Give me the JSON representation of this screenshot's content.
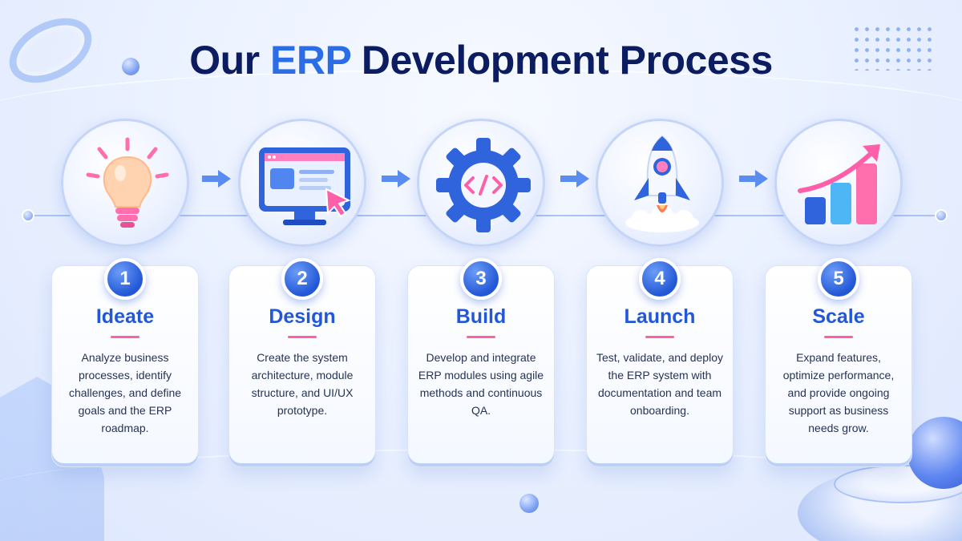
{
  "title": {
    "prefix": "Our ",
    "accent": "ERP",
    "suffix": " Development Process"
  },
  "colors": {
    "title": "#0c1c60",
    "accent": "#2a6de6",
    "step_title": "#2258d8",
    "underline": "#ff5fa8",
    "number_badge": "#2257d6"
  },
  "steps": [
    {
      "number": "1",
      "title": "Ideate",
      "icon": "lightbulb-icon",
      "description": "Analyze business processes, identify challenges, and define goals and the ERP roadmap."
    },
    {
      "number": "2",
      "title": "Design",
      "icon": "monitor-ui-icon",
      "description": "Create the system architecture, module structure, and UI/UX prototype."
    },
    {
      "number": "3",
      "title": "Build",
      "icon": "gear-code-icon",
      "description": "Develop and integrate ERP modules using agile methods and continuous QA."
    },
    {
      "number": "4",
      "title": "Launch",
      "icon": "rocket-icon",
      "description": "Test, validate, and deploy the ERP system with documentation and team onboarding."
    },
    {
      "number": "5",
      "title": "Scale",
      "icon": "growth-chart-icon",
      "description": "Expand features, optimize performance, and provide ongoing support as business needs grow."
    }
  ],
  "connector_icon": "arrow-right-icon"
}
